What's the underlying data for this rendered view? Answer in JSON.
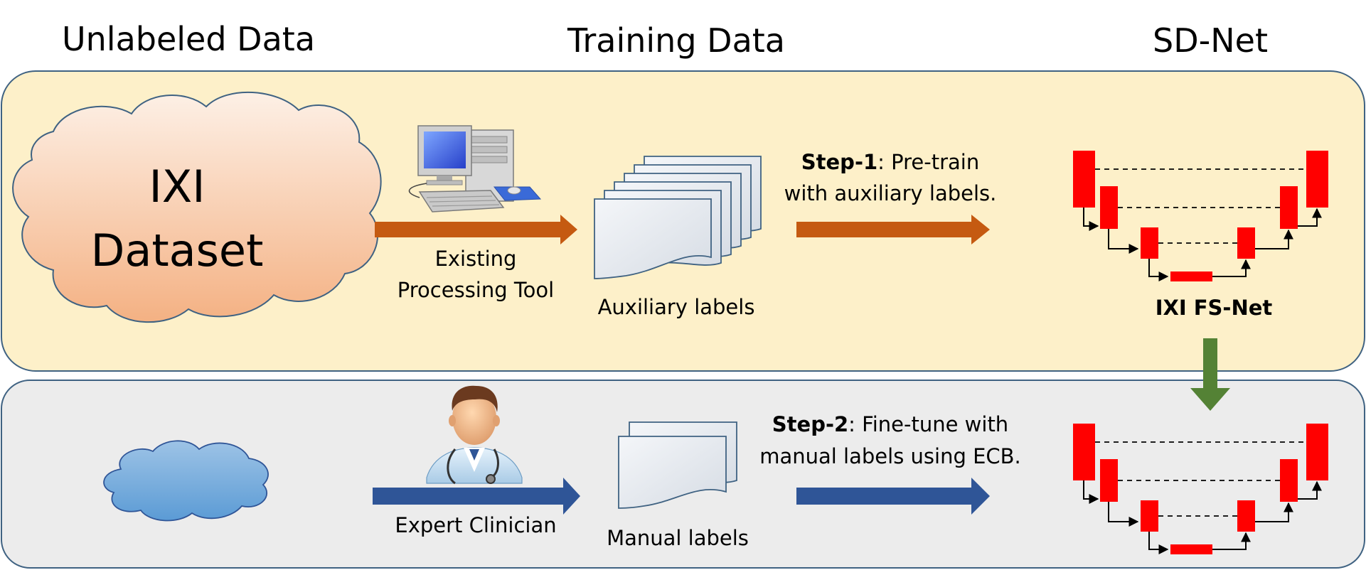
{
  "headers": {
    "unlabeled": "Unlabeled Data",
    "training": "Training Data",
    "sdnet": "SD-Net"
  },
  "top_panel": {
    "cloud_line1": "IXI",
    "cloud_line2": "Dataset",
    "tool_line1": "Existing",
    "tool_line2": "Processing Tool",
    "labels_caption": "Auxiliary labels",
    "step_bold": "Step-1",
    "step_rest": ": Pre-train",
    "step_line2": "with auxiliary labels.",
    "net_caption": "IXI FS-Net"
  },
  "bottom_panel": {
    "clinician": "Expert Clinician",
    "labels_caption": "Manual labels",
    "step_bold": "Step-2",
    "step_rest": ": Fine-tune with",
    "step_line2": "manual labels using ECB."
  },
  "icons": {
    "computer": "computer-icon",
    "doctor": "doctor-icon",
    "document_stack": "document-stack-icon",
    "cloud": "cloud-icon",
    "unet": "unet-architecture-icon"
  },
  "colors": {
    "top_panel_fill": "#fdf0c9",
    "bottom_panel_fill": "#ececec",
    "panel_stroke": "#3f6282",
    "orange_arrow": "#c55a11",
    "blue_arrow": "#2f5597",
    "green_arrow": "#548235",
    "unet_block": "#ff0000"
  }
}
